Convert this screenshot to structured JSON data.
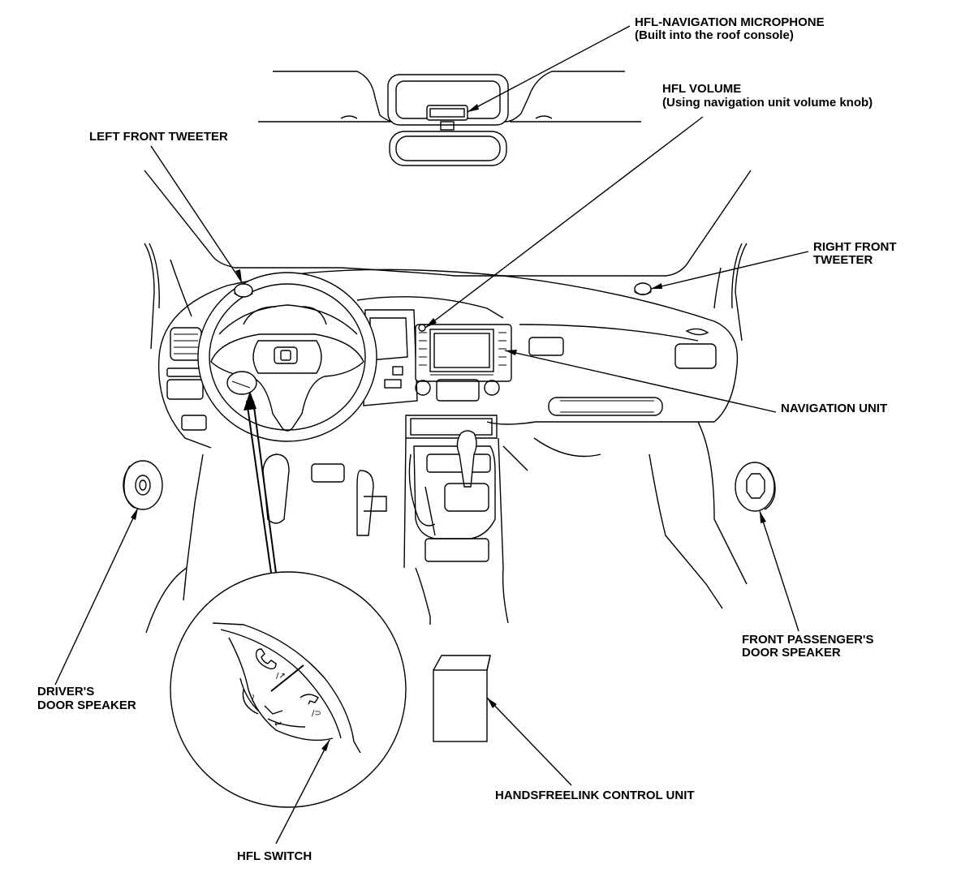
{
  "labels": {
    "mic_line1": "HFL-NAVIGATION MICROPHONE",
    "mic_line2": "(Built into the roof console)",
    "vol_line1": "HFL VOLUME",
    "vol_line2": "(Using navigation unit volume knob)",
    "left_tweeter": "LEFT FRONT TWEETER",
    "right_tweeter_line1": "RIGHT FRONT",
    "right_tweeter_line2": "TWEETER",
    "nav_unit": "NAVIGATION UNIT",
    "passenger_speaker_line1": "FRONT PASSENGER'S",
    "passenger_speaker_line2": "DOOR SPEAKER",
    "driver_speaker_line1": "DRIVER'S",
    "driver_speaker_line2": "DOOR SPEAKER",
    "hfl_switch": "HFL SWITCH",
    "control_unit": "HANDSFREELINK CONTROL UNIT"
  },
  "colors": {
    "ink": "#000000",
    "paper": "#ffffff"
  }
}
